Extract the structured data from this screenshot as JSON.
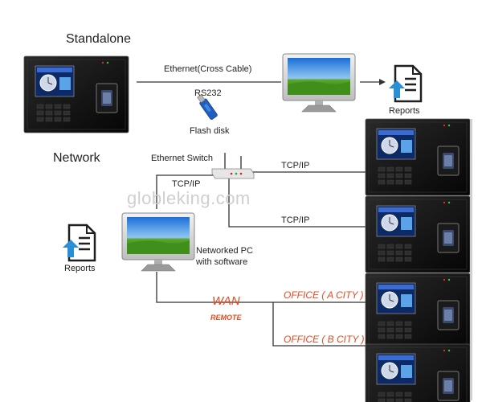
{
  "labels": {
    "standalone": "Standalone",
    "network": "Network",
    "ethernet_cross": "Ethernet(Cross Cable)",
    "rs232": "RS232",
    "flash_disk": "Flash disk",
    "reports_top": "Reports",
    "ethernet_switch": "Ethernet Switch",
    "tcpip_1": "TCP/IP",
    "tcpip_2": "TCP/IP",
    "tcpip_3": "TCP/IP",
    "networked_pc_line1": "Networked PC",
    "networked_pc_line2": "with software",
    "reports_left": "Reports",
    "wan": "WAN",
    "remote": "REMOTE",
    "office_a": "OFFICE ( A  CITY )",
    "office_b": "OFFICE ( B  CITY )"
  },
  "watermark": "globleking.com",
  "colors": {
    "device_body": "#111111",
    "keypad": "#2a2a2a",
    "screen_blue": "#1d3f8a",
    "line": "#333333",
    "accent_red": "#e8481c",
    "report_blue": "#2b8fd6"
  },
  "icons": [
    "time-attendance-terminal-icon",
    "monitor-icon",
    "usb-flash-disk-icon",
    "report-document-icon",
    "ethernet-switch-icon"
  ]
}
